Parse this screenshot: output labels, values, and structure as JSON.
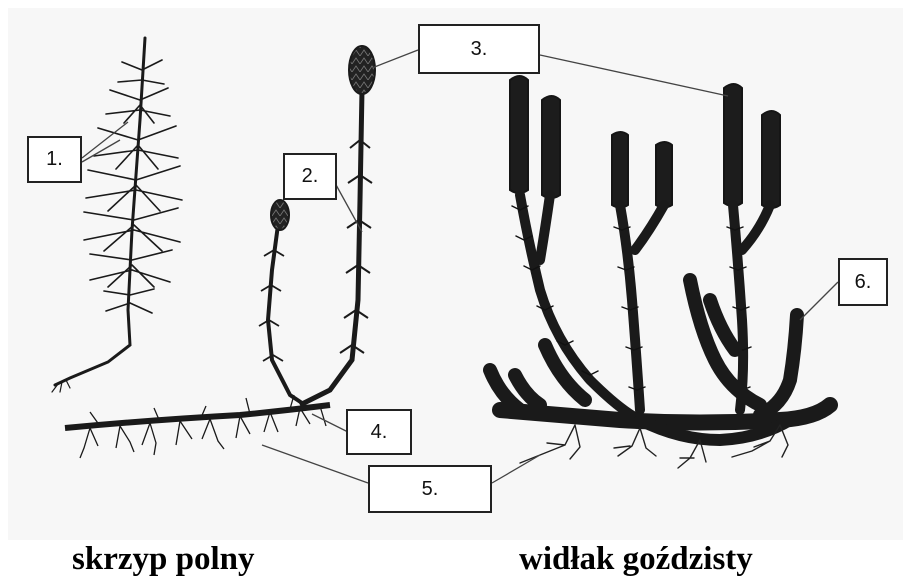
{
  "labels": {
    "l1": "1.",
    "l2": "2.",
    "l3": "3.",
    "l4": "4.",
    "l5": "5.",
    "l6": "6."
  },
  "captions": {
    "left": "skrzyp polny",
    "right": "widłak goździsty"
  },
  "colors": {
    "plant": "#1a1a1a",
    "leader_line": "#444444",
    "box_border": "#222222"
  }
}
